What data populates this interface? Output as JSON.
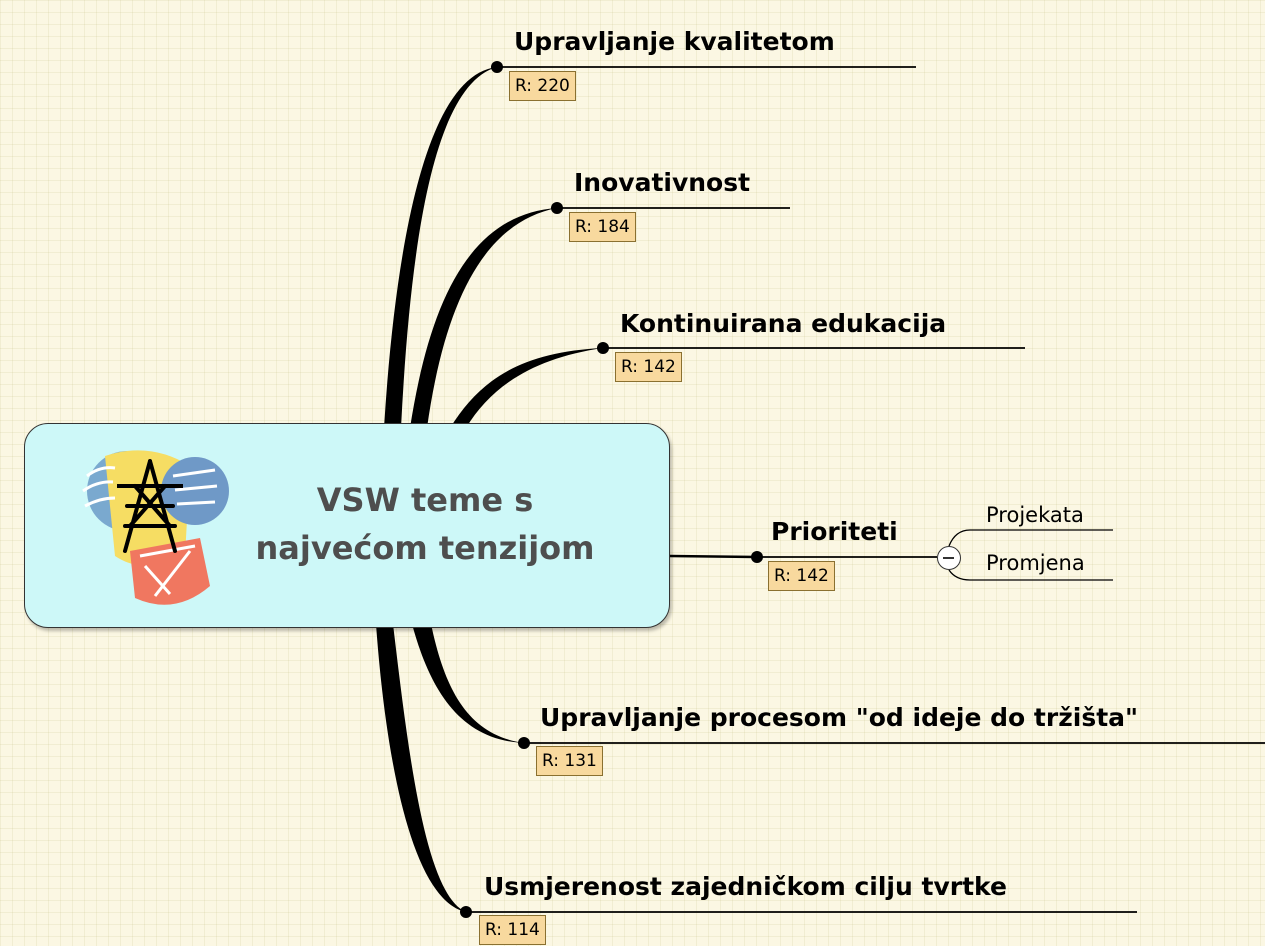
{
  "central": {
    "title": "VSW teme s\nnajvećom tenzijom",
    "icon": "power-pylon-clipart-icon"
  },
  "topics": [
    {
      "id": "upravljanje-kvalitetom",
      "title": "Upravljanje kvalitetom",
      "rating": "R: 220"
    },
    {
      "id": "inovativnost",
      "title": "Inovativnost",
      "rating": "R: 184"
    },
    {
      "id": "kontinuirana-edukacija",
      "title": "Kontinuirana edukacija",
      "rating": "R: 142"
    },
    {
      "id": "prioriteti",
      "title": "Prioriteti",
      "rating": "R: 142",
      "subtopics": [
        "Projekata",
        "Promjena"
      ],
      "collapse_icon": "minus-circle-icon"
    },
    {
      "id": "upravljanje-procesom",
      "title": "Upravljanje procesom \"od ideje do tržišta\"",
      "rating": "R: 131"
    },
    {
      "id": "usmjerenost",
      "title": "Usmjerenost zajedničkom cilju tvrtke",
      "rating": "R: 114"
    }
  ],
  "colors": {
    "background": "#fbf7e3",
    "central_fill": "#cdf8f8",
    "badge_fill": "#f8d99e",
    "branch": "#000000"
  }
}
